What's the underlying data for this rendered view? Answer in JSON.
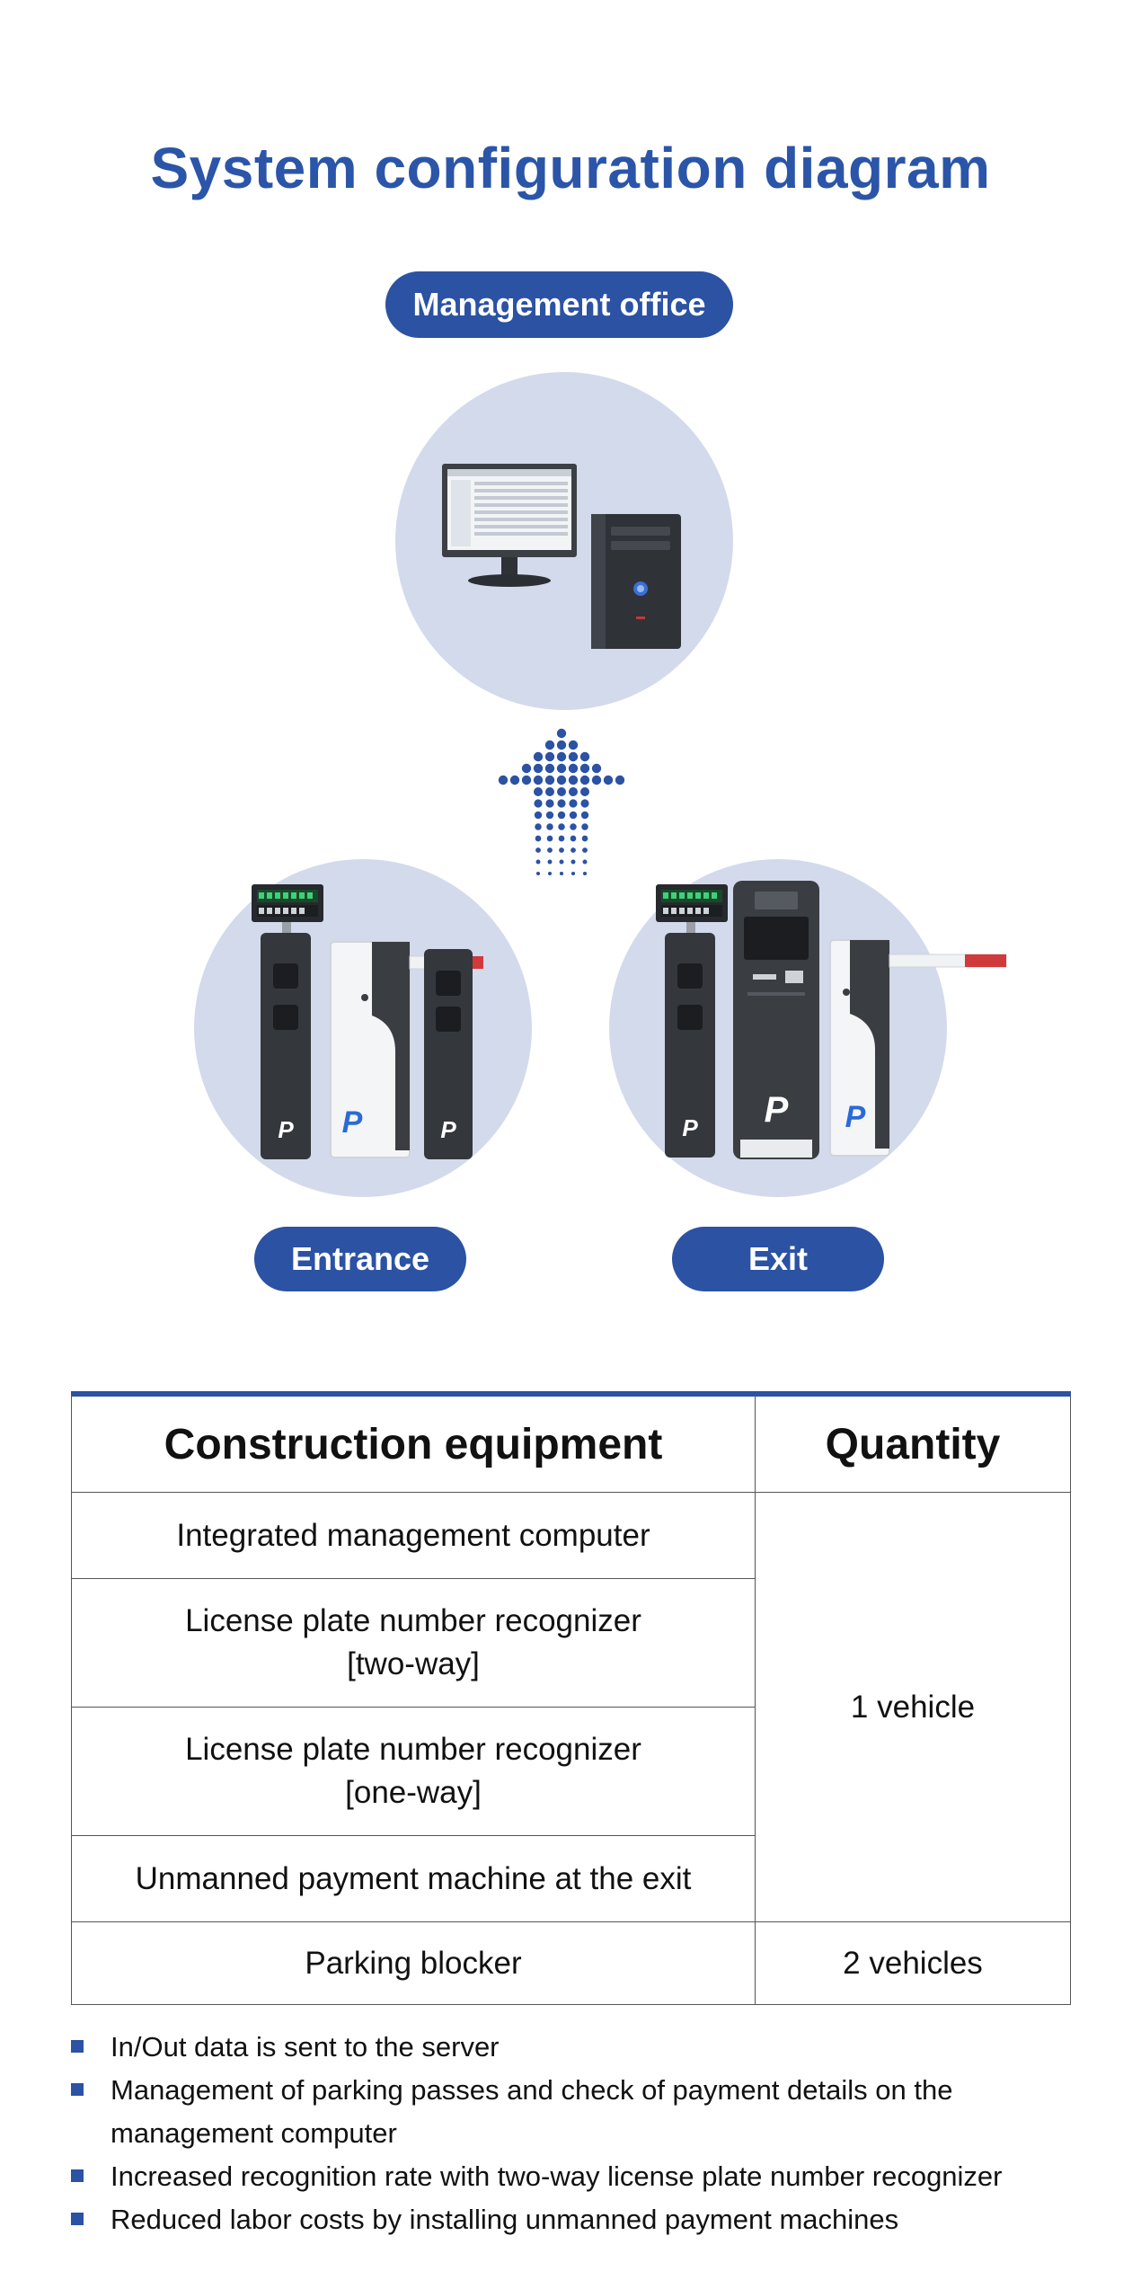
{
  "title": "System configuration diagram",
  "labels": {
    "office": "Management office",
    "entrance": "Entrance",
    "exit": "Exit"
  },
  "colors": {
    "brand_blue": "#2b52a3",
    "circle_fill": "#d3daec",
    "boom_red": "#d03a3a"
  },
  "icons": {
    "office": "computer-monitor-and-tower-icon",
    "arrow": "dotted-up-arrow-icon",
    "entrance": "entrance-gate-equipment-icon",
    "exit": "exit-gate-equipment-icon"
  },
  "table": {
    "headers": [
      "Construction equipment",
      "Quantity"
    ],
    "rows": [
      {
        "equipment_line1": "Integrated management computer",
        "equipment_line2": ""
      },
      {
        "equipment_line1": "License plate number recognizer",
        "equipment_line2": "[two-way]"
      },
      {
        "equipment_line1": "License plate number recognizer",
        "equipment_line2": "[one-way]"
      },
      {
        "equipment_line1": "Unmanned payment machine at the exit",
        "equipment_line2": ""
      },
      {
        "equipment_line1": "Parking blocker",
        "equipment_line2": ""
      }
    ],
    "quantity_group": "1 vehicle",
    "quantity_blocker": "2 vehicles"
  },
  "notes": [
    "In/Out data is sent to the server",
    "Management of parking passes and check of payment details on the management computer",
    "Increased recognition rate with two-way license plate number recognizer",
    "Reduced labor costs by installing unmanned payment machines"
  ]
}
